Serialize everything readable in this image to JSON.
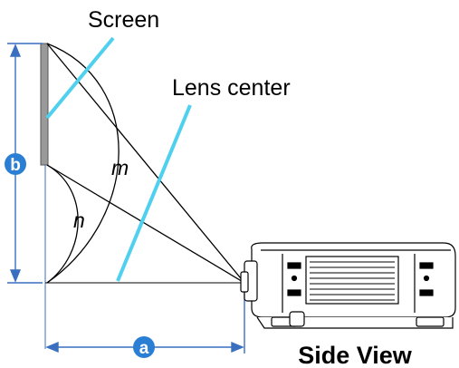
{
  "labels": {
    "screen": "Screen",
    "lens_center": "Lens center",
    "arc_m": "m",
    "arc_n": "n",
    "view": "Side View"
  },
  "badges": {
    "a": "a",
    "b": "b"
  },
  "colors": {
    "accent_blue": "#2a7fd4",
    "guide_cyan": "#4fd0ee",
    "screen_gray": "#9a9a9a",
    "line": "#000000",
    "dim_blue": "#3a6fc0"
  },
  "icons": {
    "projector": "projector-side-icon"
  }
}
